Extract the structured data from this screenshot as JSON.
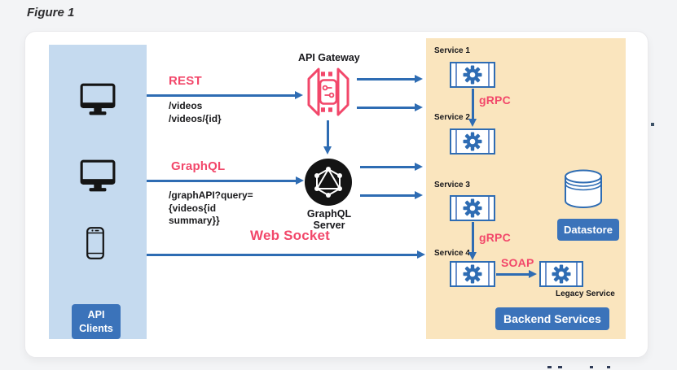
{
  "figure": {
    "label": "Figure 1"
  },
  "colors": {
    "accent_pink": "#F2476A",
    "arrow_blue": "#2E6CB3",
    "clients_panel_blue": "#C5DAEF",
    "backend_panel_orange": "#FAE5BE",
    "badge_blue": "#3B73BA"
  },
  "clients_panel": {
    "badge_line1": "API",
    "badge_line2": "Clients"
  },
  "gateway": {
    "label": "API Gateway"
  },
  "graphql_server": {
    "label": "GraphQL Server"
  },
  "edges": {
    "rest": {
      "label": "REST",
      "path_line1": "/videos",
      "path_line2": "/videos/{id}"
    },
    "graphql": {
      "label": "GraphQL",
      "path_line1": "/graphAPI?query=",
      "path_line2": "{videos{id",
      "path_line3": "summary}}"
    },
    "websocket": {
      "label": "Web Socket"
    },
    "grpc_top": {
      "label": "gRPC"
    },
    "grpc_bottom": {
      "label": "gRPC"
    },
    "soap": {
      "label": "SOAP"
    }
  },
  "services": [
    {
      "label": "Service 1"
    },
    {
      "label": "Service 2"
    },
    {
      "label": "Service 3"
    },
    {
      "label": "Service 4"
    }
  ],
  "legacy_service": {
    "label": "Legacy Service"
  },
  "datastore": {
    "label": "Datastore"
  },
  "backend_badge": {
    "label": "Backend Services"
  }
}
